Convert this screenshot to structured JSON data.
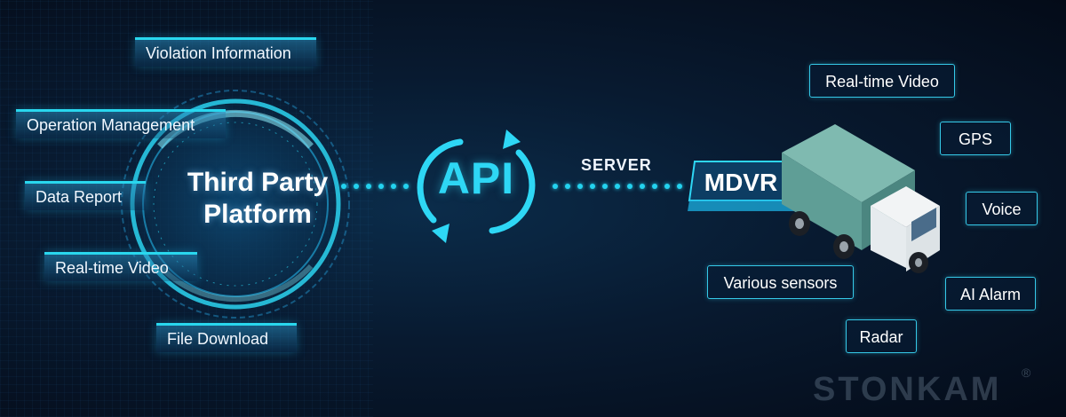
{
  "platform": {
    "title_line1": "Third Party",
    "title_line2": "Platform",
    "features": [
      "Violation Information",
      "Operation Management",
      "Data Report",
      "Real-time Video",
      "File Download"
    ]
  },
  "api": {
    "label": "API"
  },
  "server": {
    "label": "SERVER"
  },
  "device": {
    "label": "MDVR",
    "features": [
      "Real-time Video",
      "GPS",
      "Voice",
      "AI Alarm",
      "Radar",
      "Various sensors"
    ]
  },
  "brand": {
    "name": "STONKAM",
    "mark": "®"
  },
  "colors": {
    "accent": "#29d7ee",
    "background": "#081a30",
    "truck_body": "#5f9e96"
  },
  "icons": [
    "sync-arrows-icon",
    "truck-icon"
  ]
}
